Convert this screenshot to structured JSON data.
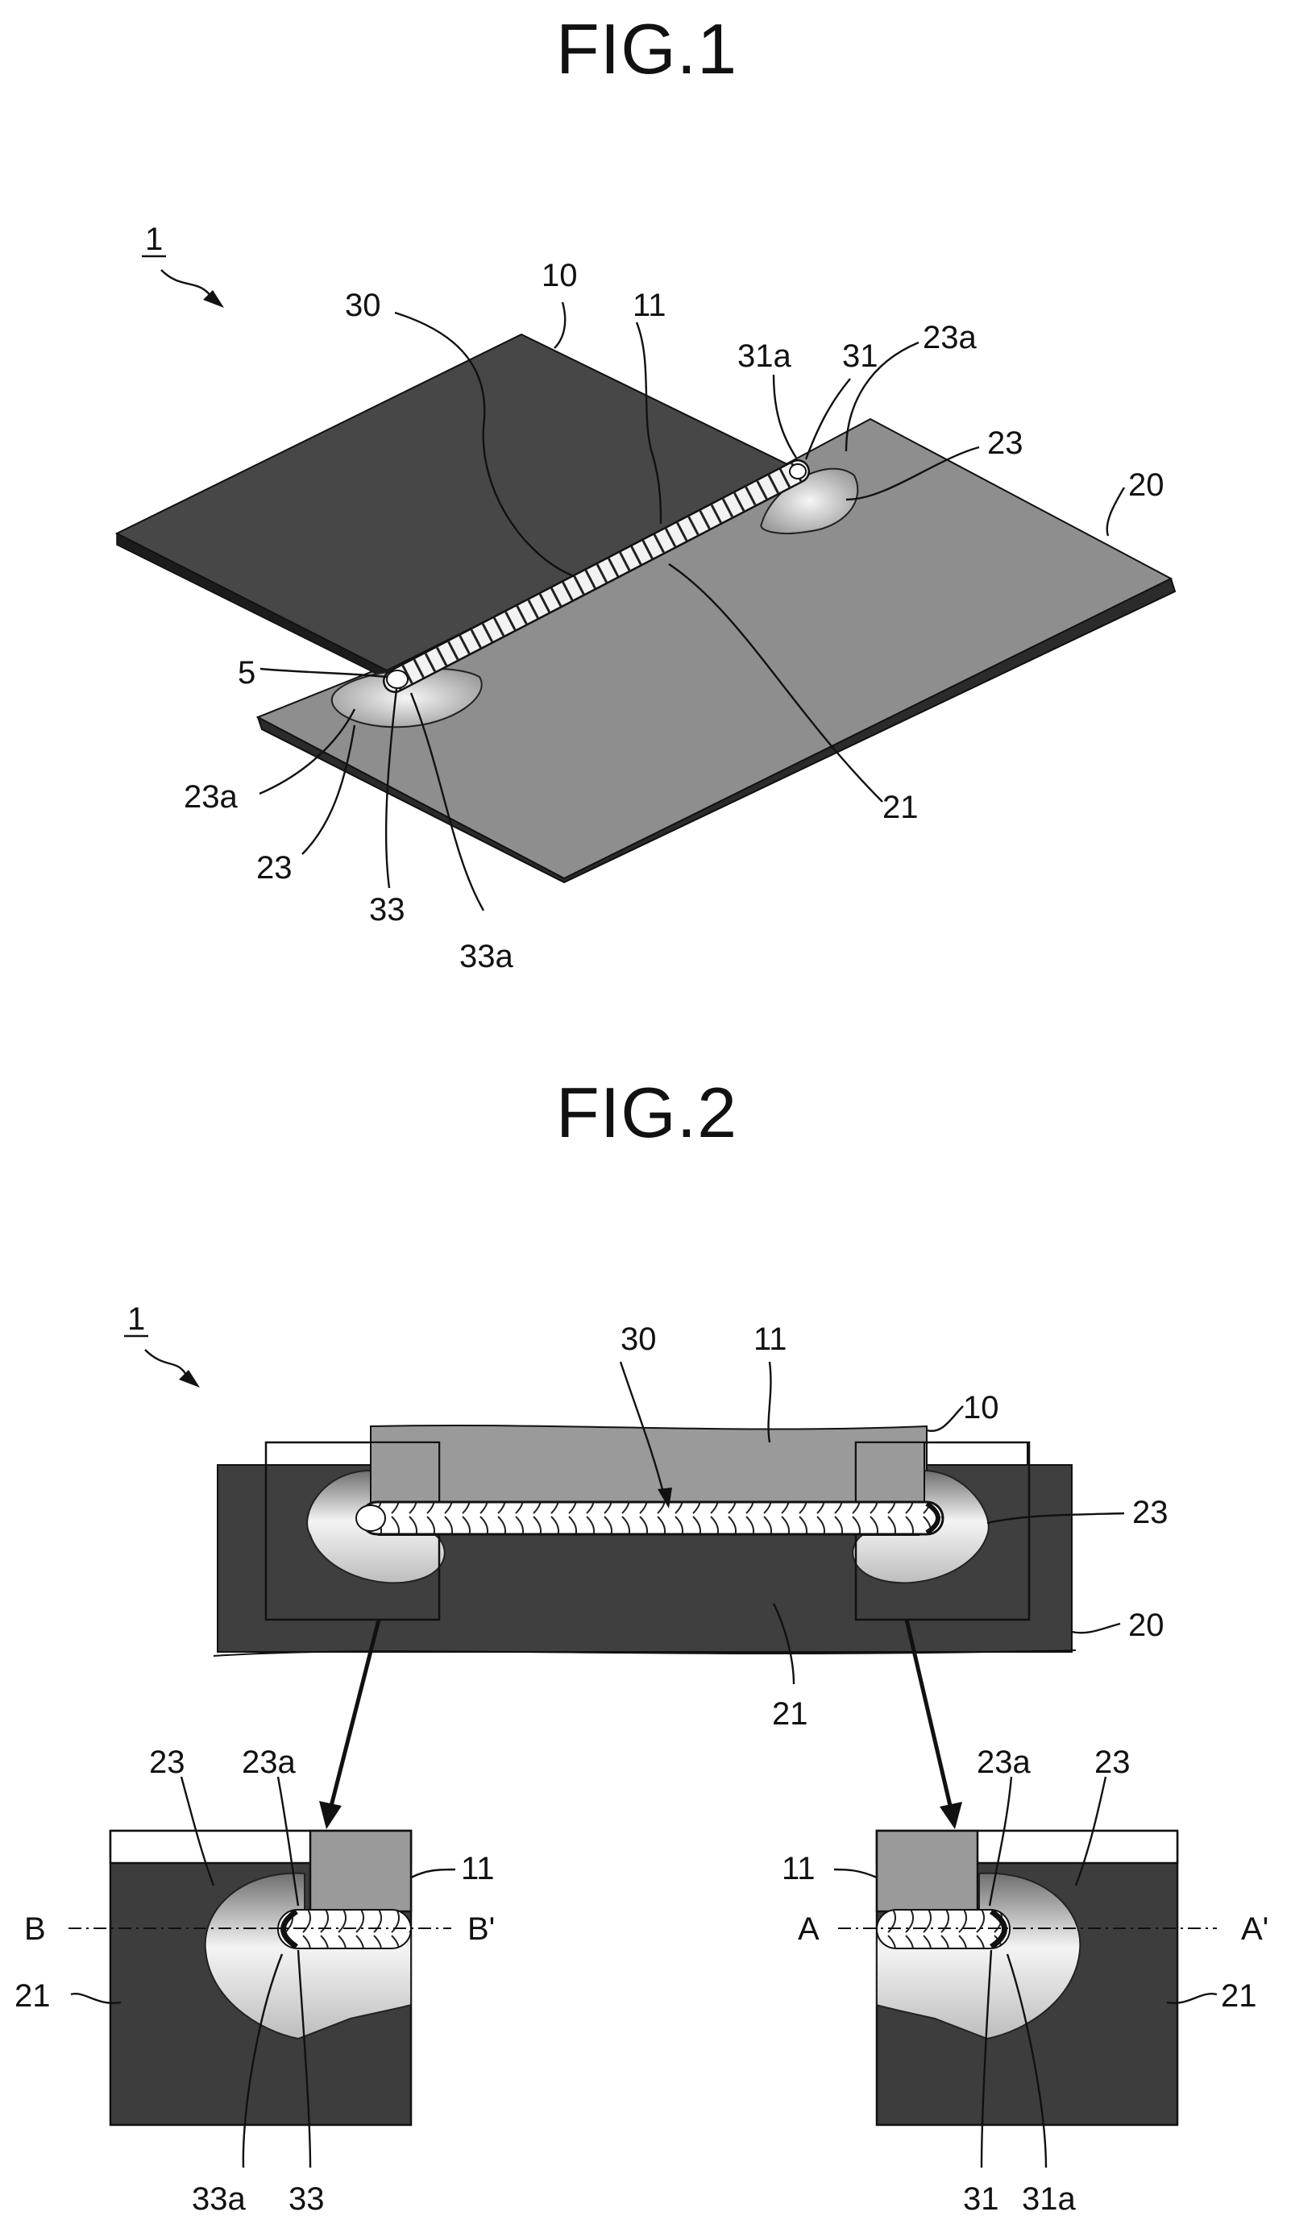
{
  "figures": {
    "fig1_title": "FIG.1",
    "fig2_title": "FIG.2"
  },
  "labels": {
    "ref_1": "1",
    "ref_5": "5",
    "ref_10": "10",
    "ref_11": "11",
    "ref_20": "20",
    "ref_21": "21",
    "ref_23": "23",
    "ref_23a": "23a",
    "ref_30": "30",
    "ref_31": "31",
    "ref_31a": "31a",
    "ref_33": "33",
    "ref_33a": "33a",
    "sec_A": "A",
    "sec_A_prime": "A'",
    "sec_B": "B",
    "sec_B_prime": "B'"
  },
  "colors": {
    "upper_plate": "#4a4a4a",
    "lower_plate": "#8c8c8c",
    "lower_plate_dark": "#3f3f3f",
    "upper_plate_light": "#9a9a9a",
    "bead": "#ffffff",
    "line": "#111111"
  }
}
